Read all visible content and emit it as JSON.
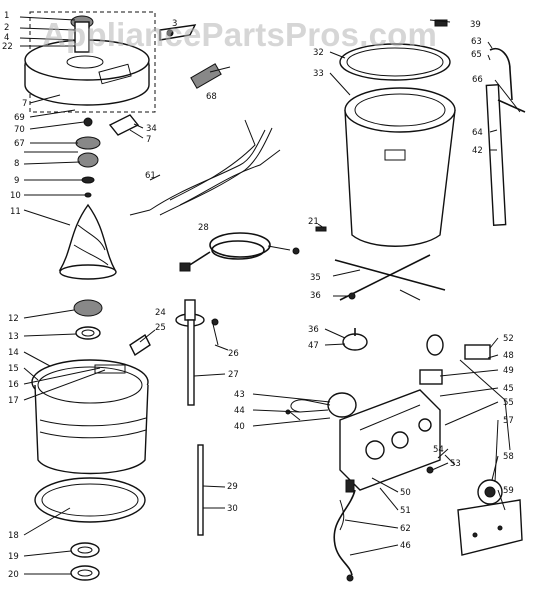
{
  "watermark": "AppliancePartsPros.com",
  "callouts": [
    {
      "id": "c1",
      "text": "1"
    },
    {
      "id": "c2",
      "text": "2"
    },
    {
      "id": "c4",
      "text": "4"
    },
    {
      "id": "c22",
      "text": "22"
    },
    {
      "id": "c3",
      "text": "3"
    },
    {
      "id": "c7a",
      "text": "7"
    },
    {
      "id": "c7b",
      "text": "7"
    },
    {
      "id": "c68",
      "text": "68"
    },
    {
      "id": "c69",
      "text": "69"
    },
    {
      "id": "c70",
      "text": "70"
    },
    {
      "id": "c34",
      "text": "34"
    },
    {
      "id": "c67",
      "text": "67"
    },
    {
      "id": "c8",
      "text": "8"
    },
    {
      "id": "c9",
      "text": "9"
    },
    {
      "id": "c10",
      "text": "10"
    },
    {
      "id": "c11",
      "text": "11"
    },
    {
      "id": "c61",
      "text": "61"
    },
    {
      "id": "c39",
      "text": "39"
    },
    {
      "id": "c32",
      "text": "32"
    },
    {
      "id": "c33",
      "text": "33"
    },
    {
      "id": "c63",
      "text": "63"
    },
    {
      "id": "c65",
      "text": "65"
    },
    {
      "id": "c66",
      "text": "66"
    },
    {
      "id": "c64",
      "text": "64"
    },
    {
      "id": "c42",
      "text": "42"
    },
    {
      "id": "c21",
      "text": "21"
    },
    {
      "id": "c28",
      "text": "28"
    },
    {
      "id": "c35",
      "text": "35"
    },
    {
      "id": "c36a",
      "text": "36"
    },
    {
      "id": "c36b",
      "text": "36"
    },
    {
      "id": "c47",
      "text": "47"
    },
    {
      "id": "c12",
      "text": "12"
    },
    {
      "id": "c13",
      "text": "13"
    },
    {
      "id": "c14",
      "text": "14"
    },
    {
      "id": "c15",
      "text": "15"
    },
    {
      "id": "c16",
      "text": "16"
    },
    {
      "id": "c17",
      "text": "17"
    },
    {
      "id": "c25",
      "text": "25"
    },
    {
      "id": "c24",
      "text": "24"
    },
    {
      "id": "c26",
      "text": "26"
    },
    {
      "id": "c27",
      "text": "27"
    },
    {
      "id": "c52",
      "text": "52"
    },
    {
      "id": "c48",
      "text": "48"
    },
    {
      "id": "c49",
      "text": "49"
    },
    {
      "id": "c45",
      "text": "45"
    },
    {
      "id": "c55",
      "text": "55"
    },
    {
      "id": "c57",
      "text": "57"
    },
    {
      "id": "c43",
      "text": "43"
    },
    {
      "id": "c44",
      "text": "44"
    },
    {
      "id": "c40",
      "text": "40"
    },
    {
      "id": "c54",
      "text": "54"
    },
    {
      "id": "c53",
      "text": "53"
    },
    {
      "id": "c58",
      "text": "58"
    },
    {
      "id": "c59",
      "text": "59"
    },
    {
      "id": "c50",
      "text": "50"
    },
    {
      "id": "c51",
      "text": "51"
    },
    {
      "id": "c62",
      "text": "62"
    },
    {
      "id": "c46",
      "text": "46"
    },
    {
      "id": "c18",
      "text": "18"
    },
    {
      "id": "c19",
      "text": "19"
    },
    {
      "id": "c20",
      "text": "20"
    },
    {
      "id": "c29",
      "text": "29"
    },
    {
      "id": "c30",
      "text": "30"
    }
  ]
}
